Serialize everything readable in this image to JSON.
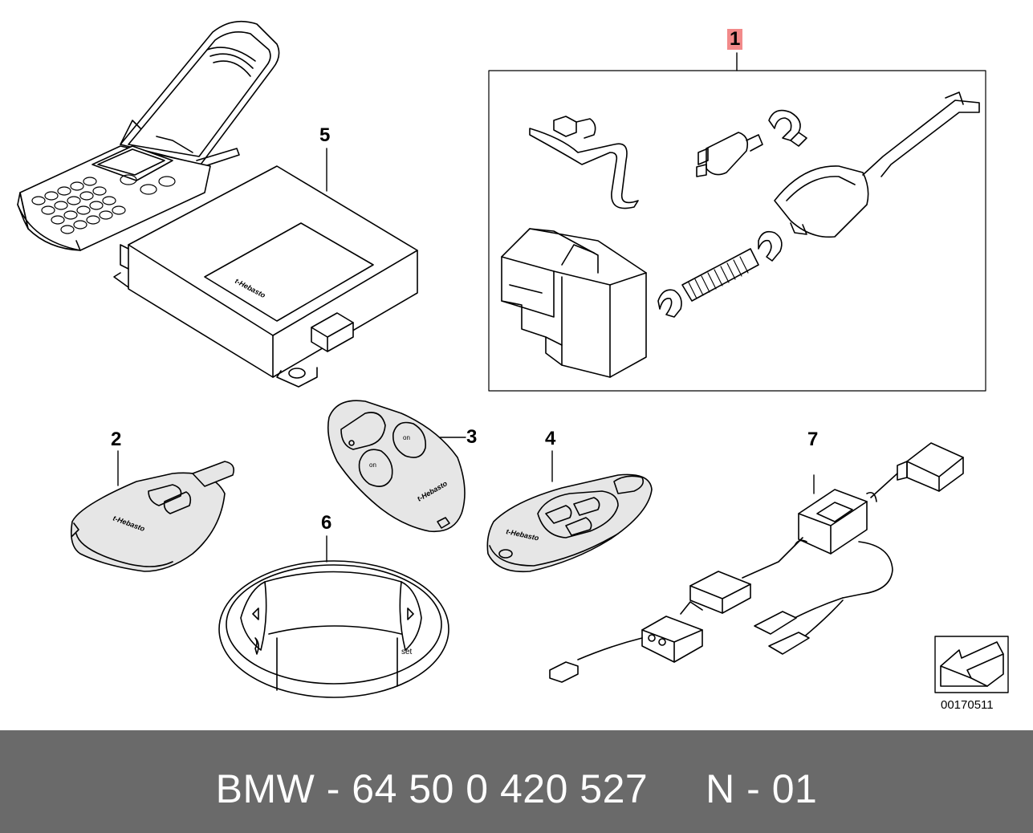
{
  "callouts": {
    "c1": "1",
    "c2": "2",
    "c3": "3",
    "c4": "4",
    "c5": "5",
    "c6": "6",
    "c7": "7"
  },
  "reference_code": "00170511",
  "footer": {
    "text": "BMW - 64 50 0 420 527     N - 01"
  },
  "colors": {
    "footer_bg": "#6a6a6a",
    "highlight": "#f28a8a",
    "remote_fill": "#e6e6e6"
  },
  "icons": [
    "phone-icon",
    "control-unit-icon",
    "remote-icon",
    "display-icon",
    "cable-icon",
    "heater-kit-icon",
    "arrow-icon"
  ]
}
